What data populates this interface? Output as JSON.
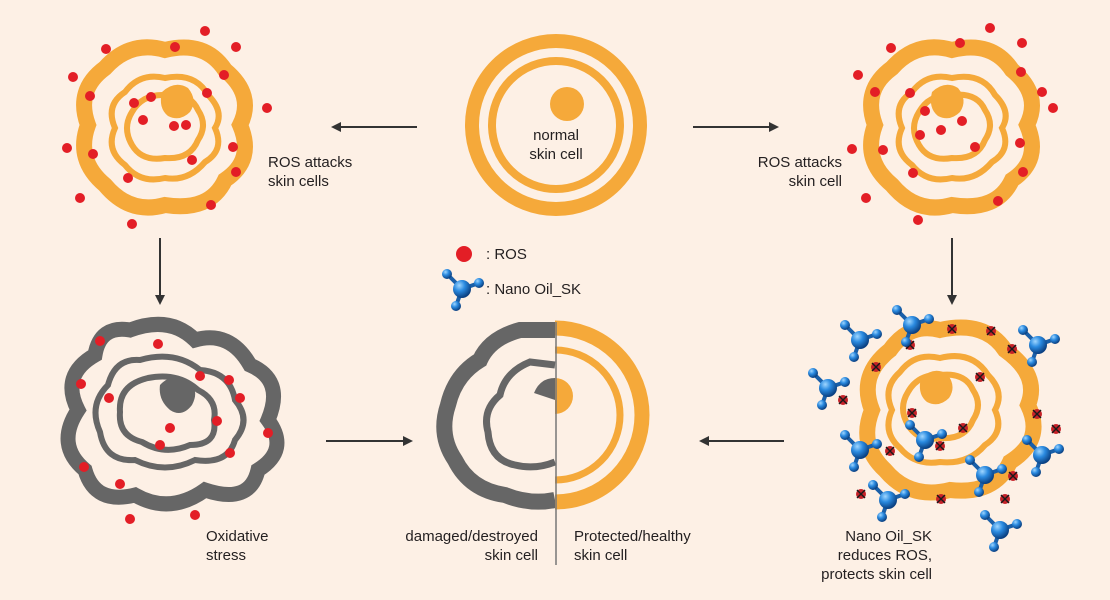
{
  "labels": {
    "normal_cell": [
      "normal",
      "skin cell"
    ],
    "ros_attacks_left": [
      "ROS attacks",
      "skin cells"
    ],
    "ros_attacks_right": [
      "ROS attacks",
      "skin cell"
    ],
    "oxidative": [
      "Oxidative",
      "stress"
    ],
    "damaged": [
      "damaged/destroyed",
      "skin cell"
    ],
    "protected": [
      "Protected/healthy",
      "skin cell"
    ],
    "nano_effect": [
      "Nano Oil_SK",
      "reduces ROS,",
      "protects skin cell"
    ]
  },
  "legend": {
    "ros": ": ROS",
    "nano": ": Nano Oil_SK"
  },
  "colors": {
    "background": "#fdf0e5",
    "cell_orange": "#f5a93a",
    "damaged_gray": "#666666",
    "ros_red": "#e31e26",
    "nano_blue": "#1e78c8",
    "arrow": "#333333"
  },
  "icons": {
    "ros": "red-dot-icon",
    "nano": "molecule-icon",
    "neutralized": "crossed-ros-icon"
  }
}
